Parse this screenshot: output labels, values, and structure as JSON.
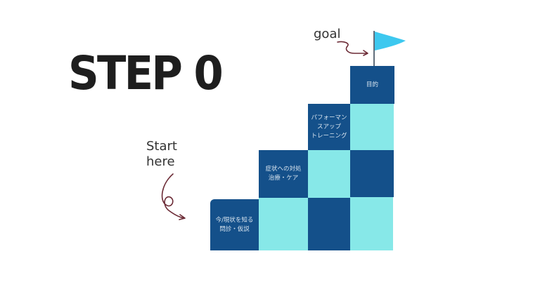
{
  "title": "STEP 0",
  "annotations": {
    "start": "Start\nhere",
    "goal": "goal"
  },
  "colors": {
    "dark_block": "#14508a",
    "light_block": "#87e8e8",
    "flag": "#3dc8ef",
    "arrow": "#6b2a35",
    "title": "#1e1e1e"
  },
  "steps": [
    {
      "label": "今/現状を知る\n問診・仮説"
    },
    {
      "label": "症状への対処\n治療・ケア"
    },
    {
      "label": "パフォーマン\nスアップ\nトレーニング"
    },
    {
      "label": "目的"
    }
  ]
}
